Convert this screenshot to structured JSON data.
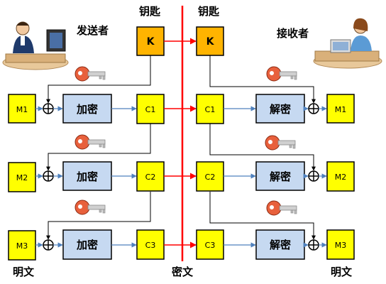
{
  "labels": {
    "sender": "发送者",
    "receiver": "接收者",
    "key_left": "钥匙",
    "key_right": "钥匙",
    "plaintext_left": "明文",
    "ciphertext": "密文",
    "plaintext_right": "明文"
  },
  "keys": {
    "left": "K",
    "right": "K"
  },
  "rows": [
    {
      "m_left": "M1",
      "encrypt": "加密",
      "c_left": "C1",
      "c_right": "C1",
      "decrypt": "解密",
      "m_right": "M1"
    },
    {
      "m_left": "M2",
      "encrypt": "加密",
      "c_left": "C2",
      "c_right": "C2",
      "decrypt": "解密",
      "m_right": "M2"
    },
    {
      "m_left": "M3",
      "encrypt": "加密",
      "c_left": "C3",
      "c_right": "C3",
      "decrypt": "解密",
      "m_right": "M3"
    }
  ],
  "colors": {
    "yellow_box": "#ffff00",
    "key_box": "#ffb400",
    "cipher_box": "#c6d9f1",
    "channel_line": "#ff0000",
    "blue_arrow": "#4f81bd"
  },
  "icons": {
    "sender": "person-at-computer-icon",
    "receiver": "person-at-computer-icon",
    "key": "key-icon",
    "xor": "xor-circle-icon"
  }
}
